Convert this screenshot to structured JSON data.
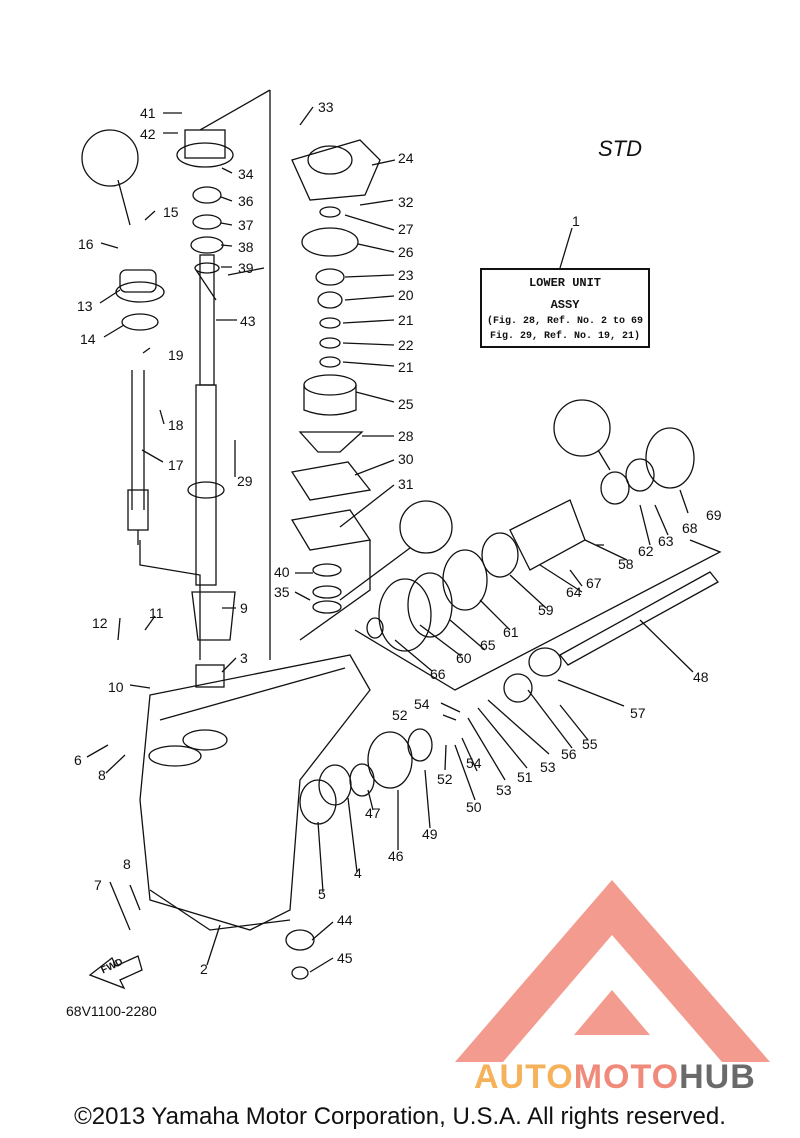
{
  "std_label": "STD",
  "assembly_box": {
    "title": "LOWER UNIT",
    "subtitle": "ASSY",
    "ref1": "(Fig. 28, Ref. No. 2 to 69",
    "ref2": "Fig. 29, Ref. No. 19, 21)"
  },
  "part_code": "68V1100-2280",
  "copyright": "©2013 Yamaha Motor Corporation, U.S.A. All rights reserved.",
  "brand": {
    "part1": "AUTO",
    "part2": "MOTO",
    "part3": "HUB"
  },
  "fwd_label": "FWD",
  "part_numbers": {
    "n1": "1",
    "n2": "2",
    "n3": "3",
    "n4": "4",
    "n5": "5",
    "n6": "6",
    "n7": "7",
    "n8a": "8",
    "n8b": "8",
    "n9": "9",
    "n10": "10",
    "n11": "11",
    "n12": "12",
    "n13": "13",
    "n14": "14",
    "n15": "15",
    "n16": "16",
    "n17": "17",
    "n18": "18",
    "n19": "19",
    "n20": "20",
    "n21a": "21",
    "n21b": "21",
    "n22": "22",
    "n23": "23",
    "n24": "24",
    "n25": "25",
    "n26": "26",
    "n27": "27",
    "n28": "28",
    "n29": "29",
    "n30": "30",
    "n31": "31",
    "n32": "32",
    "n33": "33",
    "n34": "34",
    "n35": "35",
    "n36": "36",
    "n37": "37",
    "n38": "38",
    "n39": "39",
    "n40": "40",
    "n41": "41",
    "n42": "42",
    "n43": "43",
    "n44": "44",
    "n45": "45",
    "n46": "46",
    "n47": "47",
    "n48": "48",
    "n49": "49",
    "n50": "50",
    "n51": "51",
    "n52a": "52",
    "n52b": "52",
    "n53a": "53",
    "n53b": "53",
    "n54a": "54",
    "n54b": "54",
    "n55": "55",
    "n56": "56",
    "n57": "57",
    "n58": "58",
    "n59": "59",
    "n60": "60",
    "n61": "61",
    "n62": "62",
    "n63": "63",
    "n64": "64",
    "n65": "65",
    "n66": "66",
    "n67": "67",
    "n68": "68",
    "n69": "69"
  },
  "colors": {
    "line": "#111111",
    "logo_red": "#f08a7a",
    "logo_orange": "#f5b25a",
    "logo_gray": "#6a6a6a"
  },
  "icons": [
    "grease-callout-icon",
    "gasket-callout-icon",
    "logo-triangle-icon",
    "fwd-arrow-icon"
  ]
}
